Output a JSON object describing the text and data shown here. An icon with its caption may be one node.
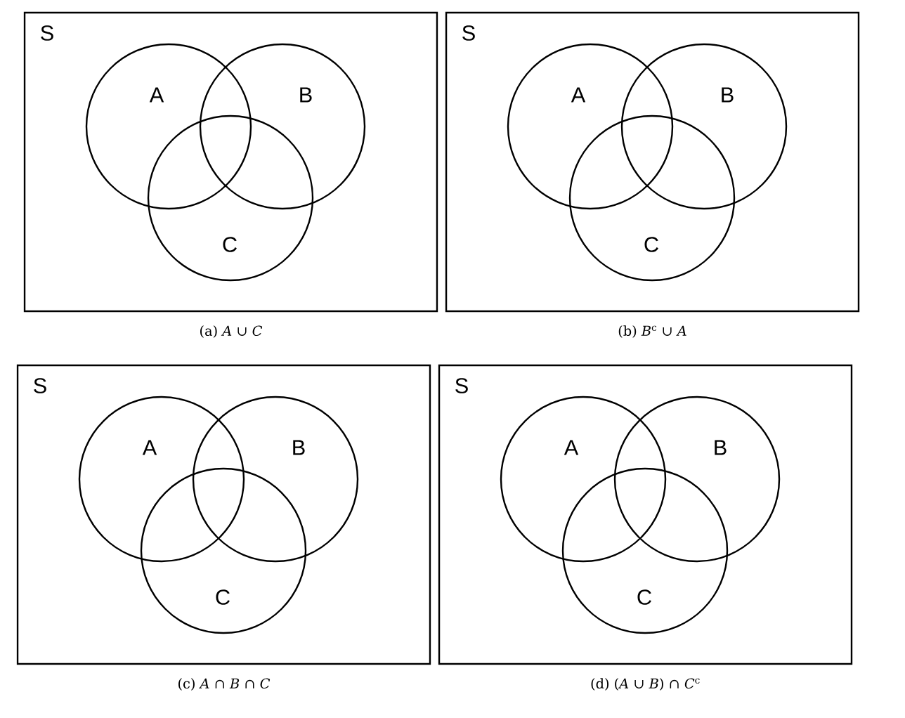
{
  "diagram": {
    "nodes": [
      {
        "text": [
          "S"
        ]
      },
      {
        "text": [
          "A"
        ],
        "in": 0
      },
      {
        "text": [
          "B"
        ],
        "in": 0
      },
      {
        "text": [
          "C"
        ],
        "in": 0
      },
      {
        "text": [
          "S"
        ]
      },
      {
        "text": [
          "A"
        ],
        "in": 4
      },
      {
        "text": [
          "B"
        ],
        "in": 4
      },
      {
        "text": [
          "C"
        ],
        "in": 4
      },
      {
        "text": [
          "S"
        ]
      },
      {
        "text": [
          "A"
        ],
        "in": 8
      },
      {
        "text": [
          "B"
        ],
        "in": 8
      },
      {
        "text": [
          "C"
        ],
        "in": 8
      },
      {
        "text": [
          "S"
        ]
      },
      {
        "text": [
          "A"
        ],
        "in": 12
      },
      {
        "text": [
          "B"
        ],
        "in": 12
      },
      {
        "text": [
          "C"
        ],
        "in": 12
      }
    ],
    "labels": [
      "(a) *A* ∪ *C*",
      "(b) *B*$^{c}$ ∪ *A*",
      "(c) *A* ∩ *B* ∩ *C*",
      "(d) (*A* ∪ *B*) ∩ *C*$^{c}$"
    ]
  }
}
